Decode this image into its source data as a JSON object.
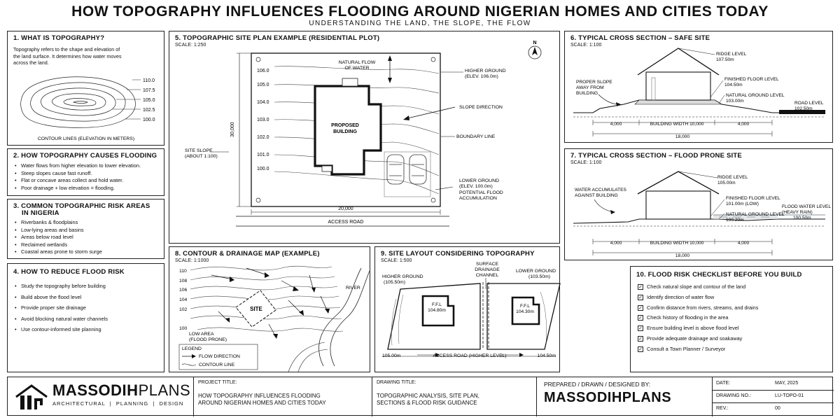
{
  "header": {
    "title": "HOW TOPOGRAPHY INFLUENCES FLOODING AROUND NIGERIAN HOMES AND CITIES TODAY",
    "subtitle": "UNDERSTANDING THE LAND, THE SLOPE, THE FLOW"
  },
  "p1": {
    "title": "1. WHAT IS TOPOGRAPHY?",
    "text": "Topography refers to the shape and elevation of the land surface. It determines how water moves across the land.",
    "levels": [
      "110.0",
      "107.5",
      "105.0",
      "102.5",
      "100.0"
    ],
    "caption": "CONTOUR LINES (ELEVATION IN METERS)"
  },
  "p2": {
    "title": "2. HOW TOPOGRAPHY CAUSES FLOODING",
    "items": [
      "Water flows from higher elevation to lower elevation.",
      "Steep slopes cause fast runoff.",
      "Flat or concave areas collect and hold water.",
      "Poor drainage + low elevation = flooding."
    ]
  },
  "p3": {
    "title1": "3. COMMON TOPOGRAPHIC RISK AREAS",
    "title2": "IN NIGERIA",
    "items": [
      "Riverbanks & floodplains",
      "Low-lying areas and basins",
      "Areas below road level",
      "Reclaimed wetlands",
      "Coastal areas prone to storm surge"
    ]
  },
  "p4": {
    "title": "4. HOW TO REDUCE FLOOD RISK",
    "items": [
      "Study the topography before building",
      "Build above the flood level",
      "Provide proper site drainage",
      "Avoid blocking natural water channels",
      "Use contour-informed site planning"
    ]
  },
  "p5": {
    "title": "5. TOPOGRAPHIC SITE PLAN EXAMPLE (RESIDENTIAL PLOT)",
    "scale": "SCALE: 1:250",
    "north": "N",
    "elevations": [
      "106.0",
      "105.0",
      "104.0",
      "103.0",
      "102.0",
      "101.0",
      "100.0"
    ],
    "natural_flow": [
      "NATURAL FLOW",
      "OF WATER"
    ],
    "higher_ground": [
      "HIGHER GROUND",
      "(ELEV. 106.0m)"
    ],
    "slope_direction": "SLOPE DIRECTION",
    "boundary": "BOUNDARY LINE",
    "building": [
      "PROPOSED",
      "BUILDING"
    ],
    "site_slope": [
      "SITE SLOPE",
      "(ABOUT 1:100)"
    ],
    "lower_ground": [
      "LOWER GROUND",
      "(ELEV. 100.0m)",
      "POTENTIAL FLOOD",
      "ACCUMULATION"
    ],
    "width_dim": "20,000",
    "height_dim": "30,000",
    "road": "ACCESS ROAD"
  },
  "p6": {
    "title": "6. TYPICAL CROSS SECTION – SAFE SITE",
    "scale": "SCALE: 1:100",
    "ridge": [
      "RIDGE LEVEL",
      "107.50m"
    ],
    "ffl": [
      "FINISHED FLOOR LEVEL",
      "104.50m"
    ],
    "ngl": [
      "NATURAL GROUND LEVEL",
      "103.00m"
    ],
    "road": [
      "ROAD LEVEL",
      "102.50m"
    ],
    "slope": [
      "PROPER SLOPE",
      "AWAY FROM",
      "BUILDING"
    ],
    "dims": [
      "4,000",
      "BUILDING WIDTH 10,000",
      "4,000"
    ],
    "total": "18,000"
  },
  "p7": {
    "title": "7. TYPICAL CROSS SECTION – FLOOD PRONE SITE",
    "scale": "SCALE: 1:100",
    "ridge": [
      "RIDGE LEVEL",
      "105.00m"
    ],
    "ffl": [
      "FINISHED FLOOR LEVEL",
      "101.00m (LOW)"
    ],
    "ngl": [
      "NATURAL GROUND LEVEL",
      "100.20m"
    ],
    "fwl": [
      "FLOOD WATER LEVEL",
      "(HEAVY RAIN)",
      "100.50m"
    ],
    "water": [
      "WATER ACCUMULATES",
      "AGAINST BUILDING"
    ],
    "dims": [
      "4,000",
      "BUILDING WIDTH 10,000",
      "4,000"
    ],
    "total": "18,000"
  },
  "p8": {
    "title": "8. CONTOUR & DRAINAGE MAP (EXAMPLE)",
    "scale": "SCALE: 1:1000",
    "levels": [
      "110",
      "108",
      "106",
      "104",
      "102",
      "100"
    ],
    "site": "SITE",
    "river": "RIVER",
    "low_area": [
      "LOW AREA",
      "(FLOOD PRONE)"
    ],
    "legend_title": "LEGEND",
    "legend_flow": "FLOW DIRECTION",
    "legend_contour": "CONTOUR LINE"
  },
  "p9": {
    "title": "9. SITE LAYOUT CONSIDERING TOPOGRAPHY",
    "scale": "SCALE: 1:500",
    "higher": [
      "HIGHER GROUND",
      "(105.50m)"
    ],
    "channel": [
      "SURFACE",
      "DRAINAGE",
      "CHANNEL"
    ],
    "lower": [
      "LOWER GROUND",
      "(103.50m)"
    ],
    "ffl1": [
      "F.F.L",
      "104.80m"
    ],
    "ffl2": [
      "F.F.L",
      "104.30m"
    ],
    "left_level": "105.00m",
    "right_level": "104.50m",
    "road": "ACCESS ROAD (HIGHER LEVEL)"
  },
  "p10": {
    "title": "10. FLOOD RISK CHECKLIST BEFORE YOU BUILD",
    "check": "✓",
    "items": [
      "Check natural slope and contour of the land",
      "Identify direction of water flow",
      "Confirm distance from rivers, streams, and drains",
      "Check history of flooding in the area",
      "Ensure building level is above flood level",
      "Provide adequate drainage and soakaway",
      "Consult a Town Planner / Surveyor"
    ]
  },
  "titleblock": {
    "brand_a": "MASSODIH",
    "brand_b": "PLANS",
    "tagline": "ARCHITECTURAL  |  PLANNING  |  DESIGN",
    "project_label": "PROJECT TITLE:",
    "project_1": "HOW TOPOGRAPHY INFLUENCES FLOODING",
    "project_2": "AROUND NIGERIAN HOMES AND CITIES TODAY",
    "drawing_label": "DRAWING TITLE:",
    "drawing_1": "TOPOGRAPHIC ANALYSIS, SITE PLAN,",
    "drawing_2": "SECTIONS & FLOOD RISK GUIDANCE",
    "prepared_label": "PREPARED / DRAWN / DESIGNED BY:",
    "date_label": "DATE:",
    "date_value": "MAY, 2025",
    "no_label": "DRAWING NO.:",
    "no_value": "LU-TOPO-01",
    "rev_label": "REV.:",
    "rev_value": "00"
  },
  "colors": {
    "ink": "#111111",
    "water": "#5b6f86",
    "fill": "#dcdcdc"
  }
}
